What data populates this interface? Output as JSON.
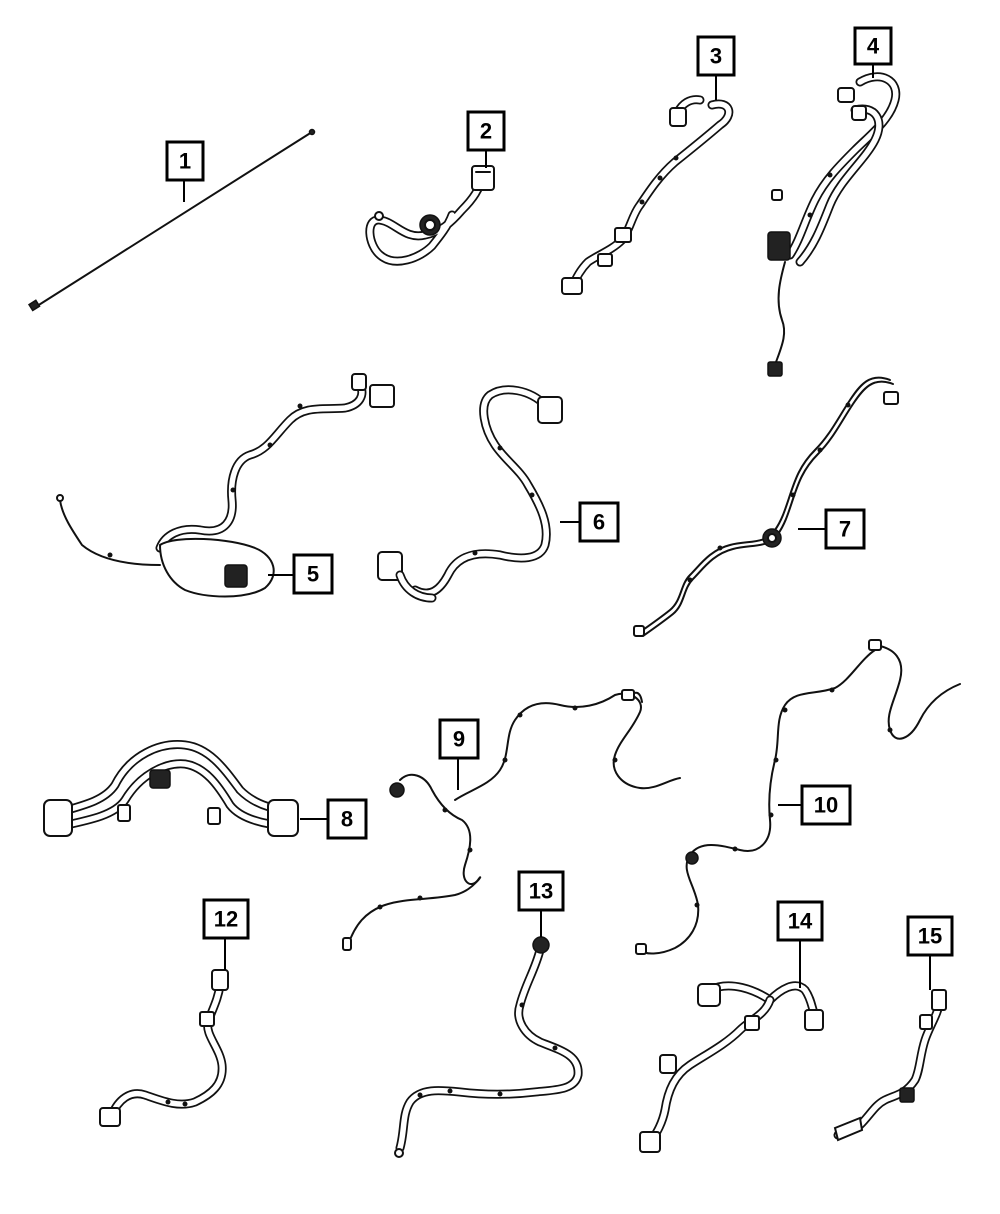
{
  "callouts": [
    {
      "id": "1",
      "label": "1"
    },
    {
      "id": "2",
      "label": "2"
    },
    {
      "id": "3",
      "label": "3"
    },
    {
      "id": "4",
      "label": "4"
    },
    {
      "id": "5",
      "label": "5"
    },
    {
      "id": "6",
      "label": "6"
    },
    {
      "id": "7",
      "label": "7"
    },
    {
      "id": "8",
      "label": "8"
    },
    {
      "id": "9",
      "label": "9"
    },
    {
      "id": "10",
      "label": "10"
    },
    {
      "id": "12",
      "label": "12"
    },
    {
      "id": "13",
      "label": "13"
    },
    {
      "id": "14",
      "label": "14"
    },
    {
      "id": "15",
      "label": "15"
    }
  ],
  "colors": {
    "line": "#111111",
    "background": "#ffffff"
  }
}
